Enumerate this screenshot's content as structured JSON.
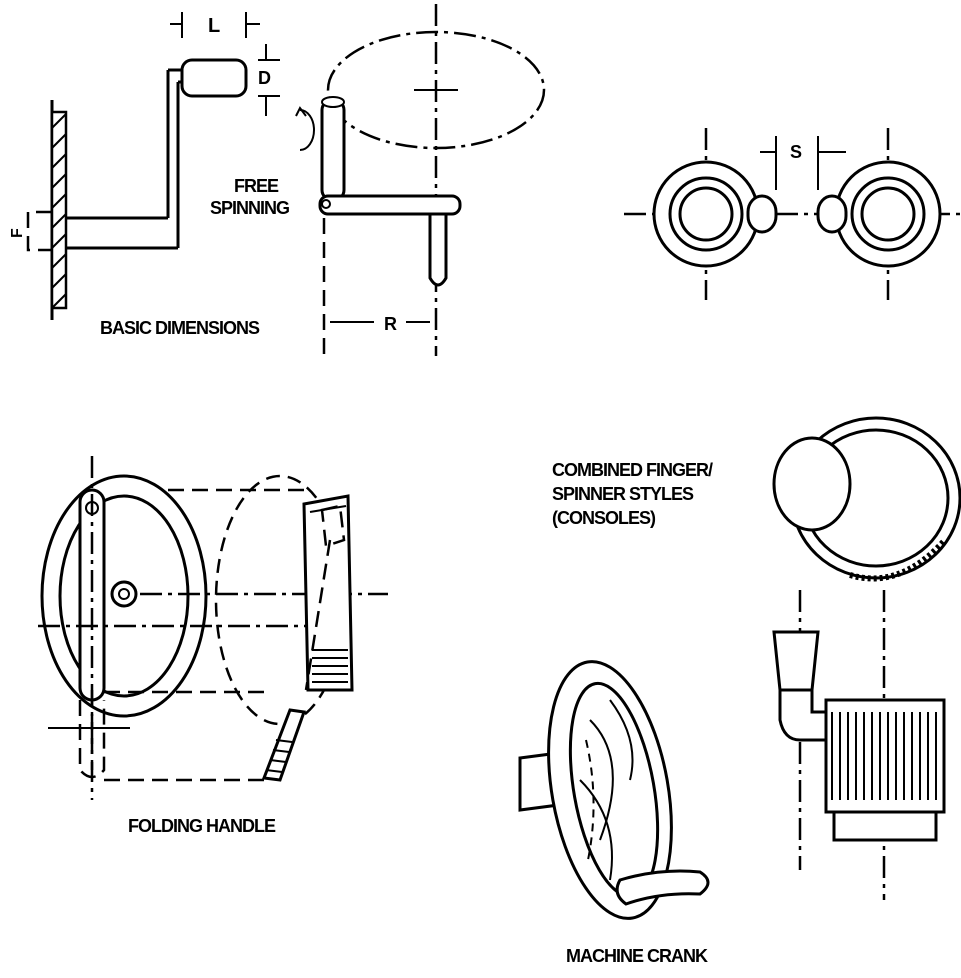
{
  "labels": {
    "basic_dimensions": "BASIC DIMENSIONS",
    "free_spinning_line1": "FREE",
    "free_spinning_line2": "SPINNING",
    "folding_handle": "FOLDING HANDLE",
    "combined_line1": "COMBINED FINGER/",
    "combined_line2": "SPINNER STYLES",
    "combined_line3": "(CONSOLES)",
    "machine_crank": "MACHINE CRANK"
  },
  "dimensions": {
    "L": "L",
    "D": "D",
    "R": "R",
    "S": "S",
    "F": "F"
  }
}
